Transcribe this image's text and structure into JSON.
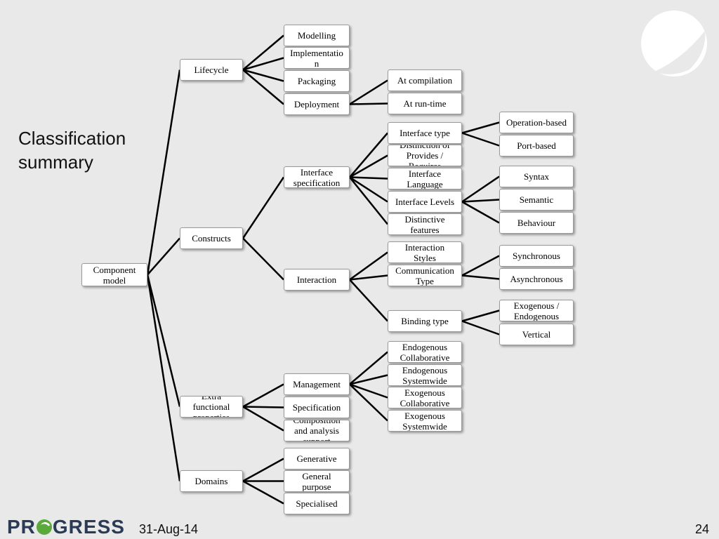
{
  "slide": {
    "title": "Classification\nsummary",
    "date": "31-Aug-14",
    "page": "24",
    "brand": "PROGRESS",
    "logo_icon": "progress-logo-icon",
    "decor_icon": "white-circle-swoosh-icon",
    "colors": {
      "background": "#e9e9e9",
      "node_fill": "#ffffff",
      "node_border": "#9a9a9a",
      "edge": "#000000",
      "logo_text": "#2b3a55",
      "logo_green": "#5aa93a"
    }
  },
  "tree": {
    "nodes": [
      {
        "id": "component-model",
        "label": "Component\nmodel",
        "parent": null
      },
      {
        "id": "lifecycle",
        "label": "Lifecycle",
        "parent": "component-model"
      },
      {
        "id": "modelling",
        "label": "Modelling",
        "parent": "lifecycle"
      },
      {
        "id": "implementation",
        "label": "Implementatio\nn",
        "parent": "lifecycle"
      },
      {
        "id": "packaging",
        "label": "Packaging",
        "parent": "lifecycle"
      },
      {
        "id": "deployment",
        "label": "Deployment",
        "parent": "lifecycle"
      },
      {
        "id": "at-compilation",
        "label": "At compilation",
        "parent": "deployment"
      },
      {
        "id": "at-run-time",
        "label": "At run-time",
        "parent": "deployment"
      },
      {
        "id": "constructs",
        "label": "Constructs",
        "parent": "component-model"
      },
      {
        "id": "interface-specification",
        "label": "Interface\nspecification",
        "parent": "constructs"
      },
      {
        "id": "interface-type",
        "label": "Interface type",
        "parent": "interface-specification"
      },
      {
        "id": "operation-based",
        "label": "Operation-based",
        "parent": "interface-type"
      },
      {
        "id": "port-based",
        "label": "Port-based",
        "parent": "interface-type"
      },
      {
        "id": "distinction-provides-requires",
        "label": "Distinction of\nProvides /\nRequires",
        "parent": "interface-specification"
      },
      {
        "id": "interface-language",
        "label": "Interface\nLanguage",
        "parent": "interface-specification"
      },
      {
        "id": "interface-levels",
        "label": "Interface Levels",
        "parent": "interface-specification"
      },
      {
        "id": "syntax",
        "label": "Syntax",
        "parent": "interface-levels"
      },
      {
        "id": "semantic",
        "label": "Semantic",
        "parent": "interface-levels"
      },
      {
        "id": "behaviour",
        "label": "Behaviour",
        "parent": "interface-levels"
      },
      {
        "id": "distinctive-features",
        "label": "Distinctive\nfeatures",
        "parent": "interface-specification"
      },
      {
        "id": "interaction",
        "label": "Interaction",
        "parent": "constructs"
      },
      {
        "id": "interaction-styles",
        "label": "Interaction\nStyles",
        "parent": "interaction"
      },
      {
        "id": "communication-type",
        "label": "Communication\nType",
        "parent": "interaction"
      },
      {
        "id": "synchronous",
        "label": "Synchronous",
        "parent": "communication-type"
      },
      {
        "id": "asynchronous",
        "label": "Asynchronous",
        "parent": "communication-type"
      },
      {
        "id": "binding-type",
        "label": "Binding type",
        "parent": "interaction"
      },
      {
        "id": "exogenous-endogenous",
        "label": "Exogenous /\nEndogenous",
        "parent": "binding-type"
      },
      {
        "id": "vertical",
        "label": "Vertical",
        "parent": "binding-type"
      },
      {
        "id": "extra-functional-properties",
        "label": "Extra\nfunctional\nproperties",
        "parent": "component-model"
      },
      {
        "id": "management",
        "label": "Management",
        "parent": "extra-functional-properties"
      },
      {
        "id": "endogenous-collaborative",
        "label": "Endogenous\nCollaborative",
        "parent": "management"
      },
      {
        "id": "endogenous-systemwide",
        "label": "Endogenous\nSystemwide",
        "parent": "management"
      },
      {
        "id": "exogenous-collaborative",
        "label": "Exogenous\nCollaborative",
        "parent": "management"
      },
      {
        "id": "exogenous-systemwide",
        "label": "Exogenous\nSystemwide",
        "parent": "management"
      },
      {
        "id": "specification",
        "label": "Specification",
        "parent": "extra-functional-properties"
      },
      {
        "id": "composition-analysis-support",
        "label": "Composition\nand analysis\nsupport",
        "parent": "extra-functional-properties"
      },
      {
        "id": "domains",
        "label": "Domains",
        "parent": "component-model"
      },
      {
        "id": "generative",
        "label": "Generative",
        "parent": "domains"
      },
      {
        "id": "general-purpose",
        "label": "General\npurpose",
        "parent": "domains"
      },
      {
        "id": "specialised",
        "label": "Specialised",
        "parent": "domains"
      }
    ]
  }
}
